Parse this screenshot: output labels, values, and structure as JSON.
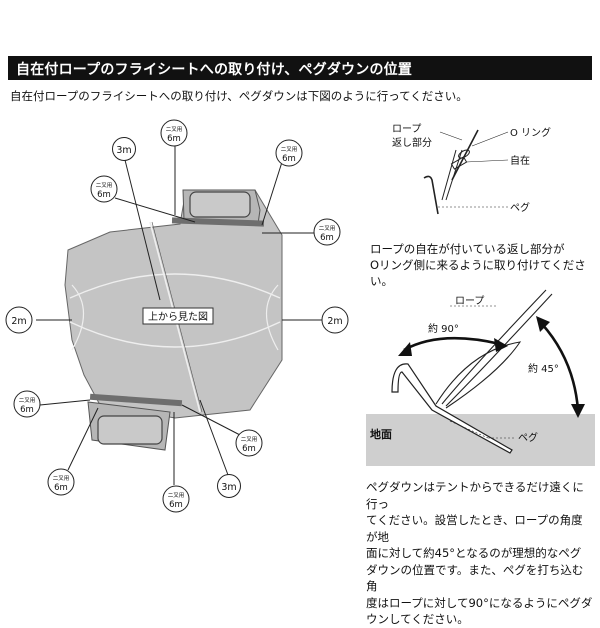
{
  "header": {
    "title": "自在付ロープのフライシートへの取り付け、ペグダウンの位置"
  },
  "intro": "自在付ロープのフライシートへの取り付け、ペグダウンは下図のように行ってください。",
  "top_view": {
    "label": "上から見た図",
    "badge_3m": "3m",
    "badge_2m": "2m",
    "badge_6m": "6m",
    "badge_small": "二叉用"
  },
  "detail": {
    "rope_return_line1": "ロープ",
    "rope_return_line2": "返し部分",
    "o_ring": "O リング",
    "jizai": "自在",
    "peg": "ペグ"
  },
  "note1": {
    "line1": "ロープの自在が付いている返し部分が",
    "line2": "Oリング側に来るように取り付けてください。"
  },
  "angle": {
    "rope": "ロープ",
    "about90": "約 90°",
    "about45": "約 45°",
    "ground": "地面",
    "peg": "ペグ"
  },
  "note2": {
    "line1": "ペグダウンはテントからできるだけ遠くに行っ",
    "line2": "てください。設営したとき、ロープの角度が地",
    "line3": "面に対して約45°となるのが理想的なペグ",
    "line4": "ダウンの位置です。また、ペグを打ち込む角",
    "line5": "度はロープに対して90°になるようにペグダ",
    "line6": "ウンしてください。"
  },
  "colors": {
    "tent_fill": "#c4c4c4",
    "tent_dark": "#8f8f8f",
    "ground": "#cfcfcf",
    "header_bg": "#111111"
  }
}
